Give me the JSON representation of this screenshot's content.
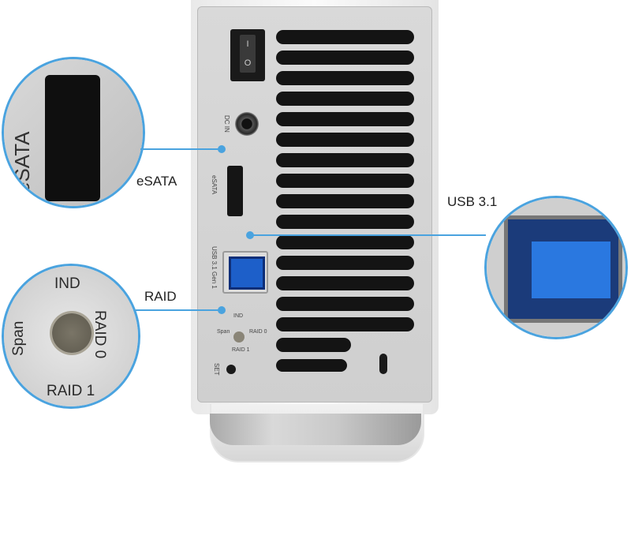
{
  "callouts": {
    "esata": "eSATA",
    "usb": "USB 3.1",
    "raid": "RAID"
  },
  "zoom_esata": {
    "label": "eSATA"
  },
  "zoom_raid": {
    "top": "IND",
    "right": "RAID 0",
    "bottom": "RAID 1",
    "left": "Span"
  },
  "device": {
    "switch_on": "I",
    "switch_off": "O",
    "dcin_label": "DC IN",
    "esata_label": "eSATA",
    "usb_label": "USB 3.1 Gen 1",
    "raid_top": "IND",
    "raid_right": "RAID 0",
    "raid_bottom": "RAID 1",
    "raid_left": "Span",
    "set_label": "SET"
  },
  "colors": {
    "callout": "#4aa3df",
    "usb_blue": "#2a78e0"
  }
}
